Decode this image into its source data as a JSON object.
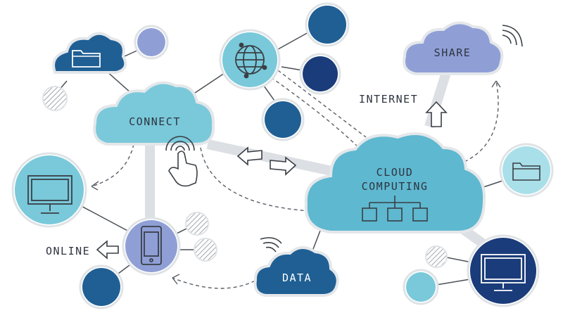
{
  "labels": {
    "connect": "CONNECT",
    "share": "SHARE",
    "internet": "INTERNET",
    "cloud_line1": "CLOUD",
    "cloud_line2": "COMPUTING",
    "online": "ONLINE",
    "data": "DATA"
  },
  "colors": {
    "light_blue": "#79c9da",
    "mid_blue": "#5eb8d0",
    "dark_blue": "#1f5f94",
    "navy": "#1b3c7a",
    "lavender": "#8f9fd6",
    "pale_cyan": "#a9dfe9",
    "hatch_gray": "#9aa0a6",
    "bar_gray": "#dcdfe3"
  },
  "icons": [
    "folder-icon",
    "globe-icon",
    "wifi-icon",
    "touch-hand-icon",
    "monitor-icon",
    "smartphone-icon",
    "hierarchy-icon",
    "arrow-icon"
  ]
}
